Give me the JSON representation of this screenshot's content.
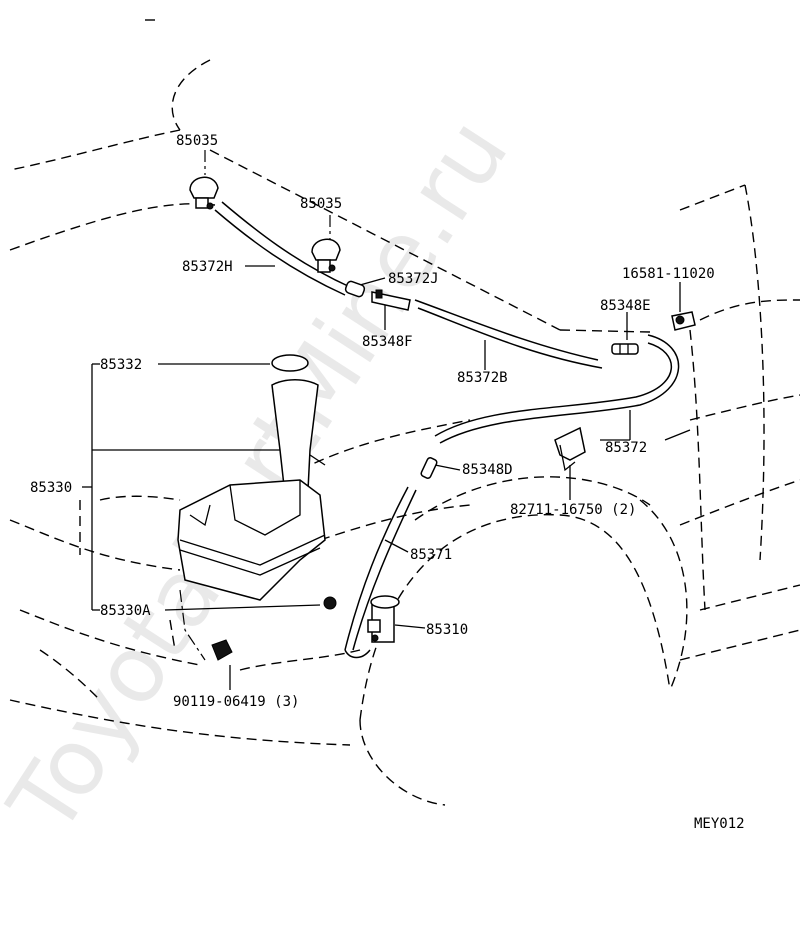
{
  "watermark": "ToyotaPartMine.ru",
  "diagram_code": "MEY012",
  "labels": {
    "nozzle_left": "85035",
    "nozzle_right": "85035",
    "hose_h": "85372H",
    "hose_j": "85372J",
    "joint_f": "85348F",
    "hose_b": "85372B",
    "check_valve": "16581-11020",
    "joint_e": "85348E",
    "cap": "85332",
    "tank": "85330",
    "hose_main": "85372",
    "joint_d": "85348D",
    "clamp": "82711-16750 (2)",
    "hose_pump": "85371",
    "grommet": "85330A",
    "pump": "85310",
    "bolt": "90119-06419 (3)"
  }
}
